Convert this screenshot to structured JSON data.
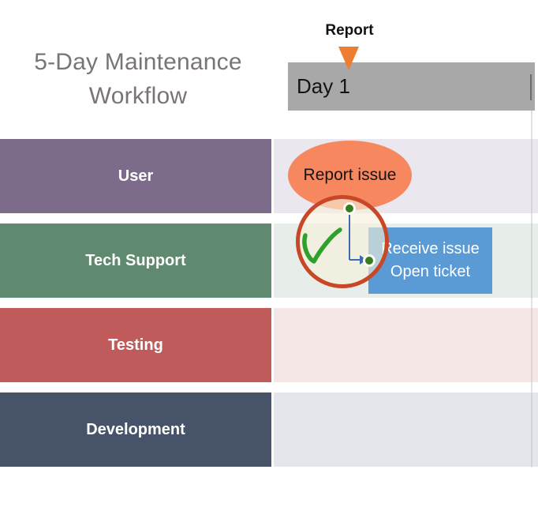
{
  "title": {
    "text": "5-Day Maintenance Workflow"
  },
  "timeline": {
    "annotation_label": "Report",
    "day_label": "Day 1",
    "header_color": "#A8A8A8",
    "arrow_color": "#ED7D31"
  },
  "lanes": [
    {
      "label": "User",
      "color": "#7D6B8C",
      "track_color": "#EAE7EE"
    },
    {
      "label": "Tech Support",
      "color": "#5F8A6F",
      "track_color": "#E7EDE8"
    },
    {
      "label": "Testing",
      "color": "#C05B5B",
      "track_color": "#F6E7E7"
    },
    {
      "label": "Development",
      "color": "#475368",
      "track_color": "#E3E6EA"
    }
  ],
  "nodes": {
    "report_issue": {
      "label": "Report issue",
      "shape": "ellipse",
      "color": "#F6875F",
      "lane": "User"
    },
    "receive_issue": {
      "line1": "Receive issue",
      "line2": "Open ticket",
      "shape": "rectangle",
      "color": "#5B9BD5",
      "lane": "Tech Support"
    }
  },
  "connector": {
    "color": "#3F6BB0",
    "endpoint_color": "#377D1F"
  },
  "annotations": {
    "highlight_circle": {
      "stroke_color": "#C84727",
      "fill_color": "rgba(246,241,219,0.62)"
    },
    "checkmark_color": "#2FA02C"
  }
}
